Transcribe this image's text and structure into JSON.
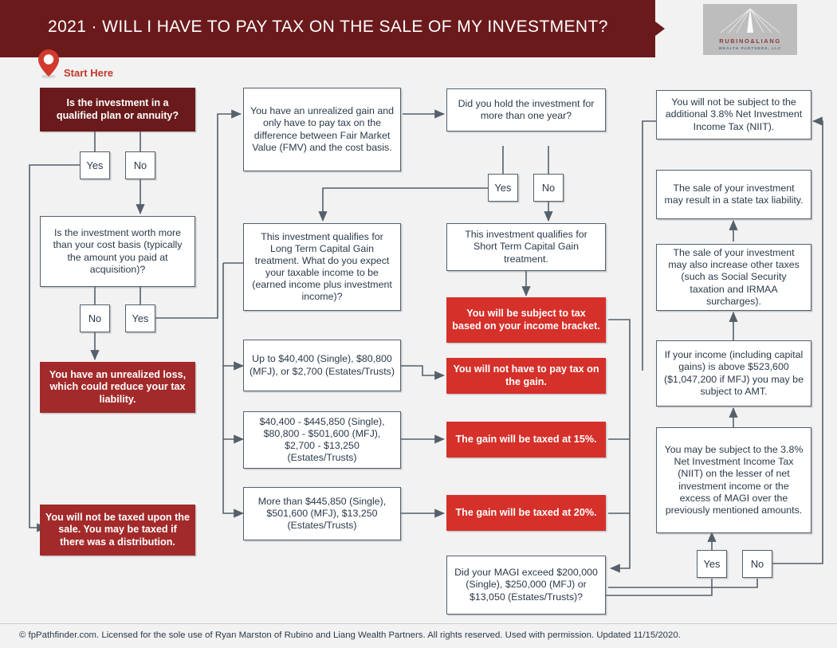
{
  "header": {
    "title": "2021 · WILL I HAVE TO PAY TAX ON THE SALE OF MY INVESTMENT?",
    "band_color": "#6b1a1c",
    "logo": {
      "name": "RUBINO&LIANG",
      "subtitle": "WEALTH PARTNERS, LLC",
      "background": "#bdbdbd"
    }
  },
  "start": {
    "label": "Start Here",
    "color": "#c0392b",
    "icon": "map-pin-icon"
  },
  "colors": {
    "maroon": "#6b1a1c",
    "dark_red": "#a32a2a",
    "bright_red": "#d6302a",
    "box_border": "#55606b",
    "page_background": "#f2f2f2",
    "text": "#2b3a4a"
  },
  "nodes": {
    "q_qualified_plan": "Is the investment in a qualified plan or annuity?",
    "yn_qp_yes": "Yes",
    "yn_qp_no": "No",
    "q_worth_more": "Is the investment worth more than your cost basis (typically the amount you paid at acquisition)?",
    "yn_worth_no": "No",
    "yn_worth_yes": "Yes",
    "r_unrealized_loss": "You have an unrealized loss, which could reduce your tax liability.",
    "r_not_taxed_sale": "You will not be taxed upon the sale. You may be taxed if there was a distribution.",
    "i_unrealized_gain": "You have an unrealized gain and only have to pay tax on the difference between Fair Market Value (FMV) and the cost basis.",
    "q_hold_one_year": "Did you hold the investment for more than one year?",
    "yn_hold_yes": "Yes",
    "yn_hold_no": "No",
    "i_long_term": "This investment qualifies for Long Term Capital Gain treatment. What do you expect your taxable income to be (earned income plus investment income)?",
    "i_short_term": "This investment qualifies for Short Term Capital Gain treatment.",
    "r_income_bracket": "You will be subject to tax based on your income bracket.",
    "b_bracket_0": "Up to $40,400 (Single), $80,800 (MFJ), or $2,700 (Estates/Trusts)",
    "b_bracket_15": "$40,400 - $445,850 (Single), $80,800 - $501,600 (MFJ), $2,700 - $13,250 (Estates/Trusts)",
    "b_bracket_20": "More than $445,850 (Single), $501,600 (MFJ), $13,250 (Estates/Trusts)",
    "r_no_tax_gain": "You will not have to pay tax on the gain.",
    "r_taxed_15": "The gain will be taxed at 15%.",
    "r_taxed_20": "The gain will be taxed at 20%.",
    "q_magi": "Did your MAGI exceed $200,000 (Single), $250,000 (MFJ) or $13,050 (Estates/Trusts)?",
    "yn_magi_yes": "Yes",
    "yn_magi_no": "No",
    "r_not_subject_niit": "You will not be subject to the additional 3.8% Net Investment Income Tax (NIIT).",
    "r_state_tax": "The sale of your investment may result in a state tax liability.",
    "r_other_taxes": "The sale of your investment may also increase other taxes (such as Social Security taxation and IRMAA surcharges).",
    "r_amt": "If your income (including capital gains) is above $523,600 ($1,047,200 if MFJ) you may be subject to AMT.",
    "r_niit": "You may be subject to the 3.8% Net Investment Income Tax (NIIT) on the lesser of net investment income or the excess of MAGI over the previously mentioned amounts."
  },
  "footer": {
    "text": "© fpPathfinder.com. Licensed for the sole use of Ryan Marston of Rubino and Liang Wealth Partners. All rights reserved. Used with permission. Updated 11/15/2020."
  }
}
